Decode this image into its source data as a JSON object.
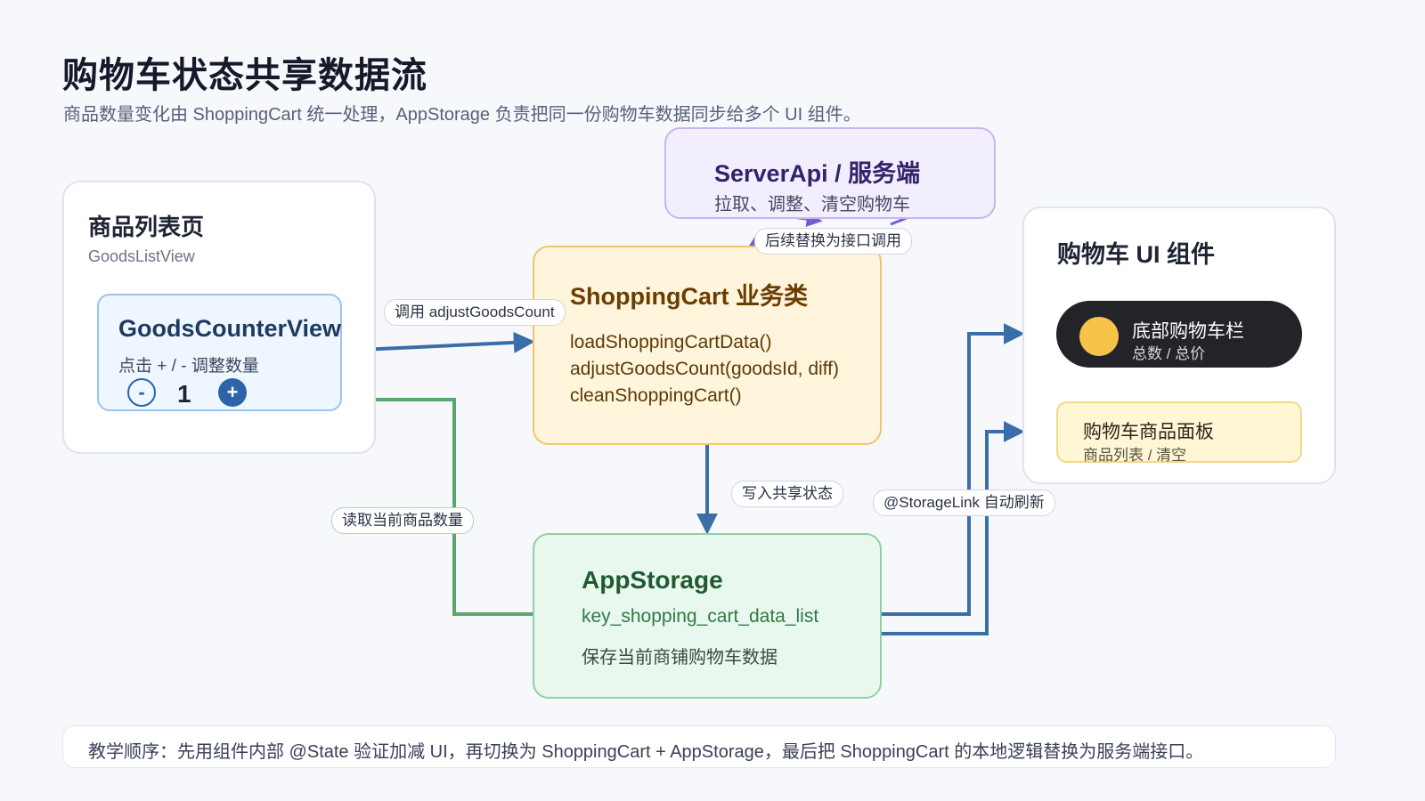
{
  "header": {
    "title": "购物车状态共享数据流",
    "subtitle": "商品数量变化由 ShoppingCart 统一处理，AppStorage 负责把同一份购物车数据同步给多个 UI 组件。"
  },
  "goods_list": {
    "title": "商品列表页",
    "subtitle": "GoodsListView",
    "counter": {
      "title": "GoodsCounterView",
      "description": "点击 + / - 调整数量",
      "minus": "-",
      "quantity": "1",
      "plus": "+"
    }
  },
  "server": {
    "title": "ServerApi / 服务端",
    "description": "拉取、调整、清空购物车"
  },
  "shopping_cart": {
    "title": "ShoppingCart 业务类",
    "methods": [
      "loadShoppingCartData()",
      "adjustGoodsCount(goodsId, diff)",
      "cleanShoppingCart()"
    ]
  },
  "app_storage": {
    "title": "AppStorage",
    "key": "key_shopping_cart_data_list",
    "description": "保存当前商铺购物车数据"
  },
  "cart_ui": {
    "title": "购物车 UI 组件",
    "bottom_bar": {
      "title": "底部购物车栏",
      "subtitle": "总数 / 总价"
    },
    "goods_panel": {
      "title": "购物车商品面板",
      "subtitle": "商品列表 / 清空"
    }
  },
  "edges": {
    "adjust": "调用 adjustGoodsCount",
    "api": "后续替换为接口调用",
    "write": "写入共享状态",
    "read": "读取当前商品数量",
    "storage_link": "@StorageLink 自动刷新"
  },
  "footer": {
    "note": "教学顺序：先用组件内部 @State 验证加减 UI，再切换为 ShoppingCart + AppStorage，最后把 ShoppingCart 的本地逻辑替换为服务端接口。"
  },
  "colors": {
    "blue_wire": "#3a6ea8",
    "green_wire": "#5aa66c",
    "purple_wire": "#7b5bd0",
    "accent_yellow": "#f7c24a"
  }
}
